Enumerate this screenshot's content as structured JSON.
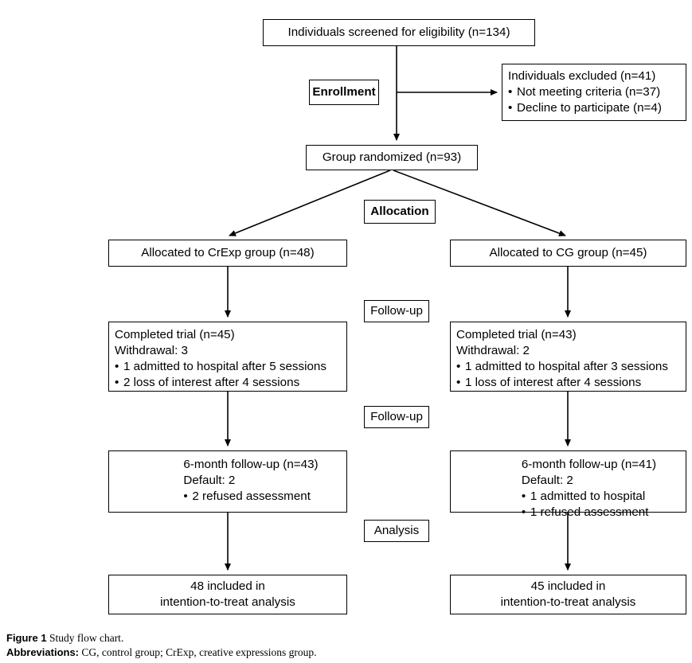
{
  "figure": {
    "caption_label": "Figure 1",
    "caption_text": " Study flow chart.",
    "abbrev_label": "Abbreviations:",
    "abbrev_text": " CG, control group; CrExp, creative expressions group."
  },
  "stage_labels": {
    "enrollment": "Enrollment",
    "allocation": "Allocation",
    "followup_1": "Follow-up",
    "followup_2": "Follow-up",
    "analysis": "Analysis"
  },
  "nodes": {
    "screened": {
      "text": "Individuals screened for eligibility (n=134)"
    },
    "excluded": {
      "title": "Individuals excluded (n=41)",
      "bullets": [
        "Not meeting criteria (n=37)",
        "Decline to participate (n=4)"
      ]
    },
    "randomized": {
      "text": "Group randomized (n=93)"
    },
    "allocated_left": {
      "text": "Allocated to CrExp group (n=48)"
    },
    "allocated_right": {
      "text": "Allocated to CG group (n=45)"
    },
    "completed_left": {
      "line1": "Completed trial (n=45)",
      "line2": "Withdrawal: 3",
      "bullets": [
        "1 admitted to hospital after 5 sessions",
        "2 loss of interest after 4 sessions"
      ]
    },
    "completed_right": {
      "line1": "Completed trial (n=43)",
      "line2": "Withdrawal: 2",
      "bullets": [
        "1 admitted to hospital after 3 sessions",
        "1 loss of interest after 4 sessions"
      ]
    },
    "followup6_left": {
      "line1": "6-month follow-up (n=43)",
      "line2": "Default: 2",
      "bullets": [
        "2 refused assessment"
      ]
    },
    "followup6_right": {
      "line1": "6-month follow-up (n=41)",
      "line2": "Default: 2",
      "bullets": [
        "1 admitted to hospital",
        "1 refused assessment"
      ]
    },
    "itt_left": {
      "line1": "48 included in",
      "line2": "intention-to-treat analysis"
    },
    "itt_right": {
      "line1": "45 included in",
      "line2": "intention-to-treat analysis"
    }
  },
  "colors": {
    "stroke": "#000000",
    "background": "#ffffff"
  }
}
